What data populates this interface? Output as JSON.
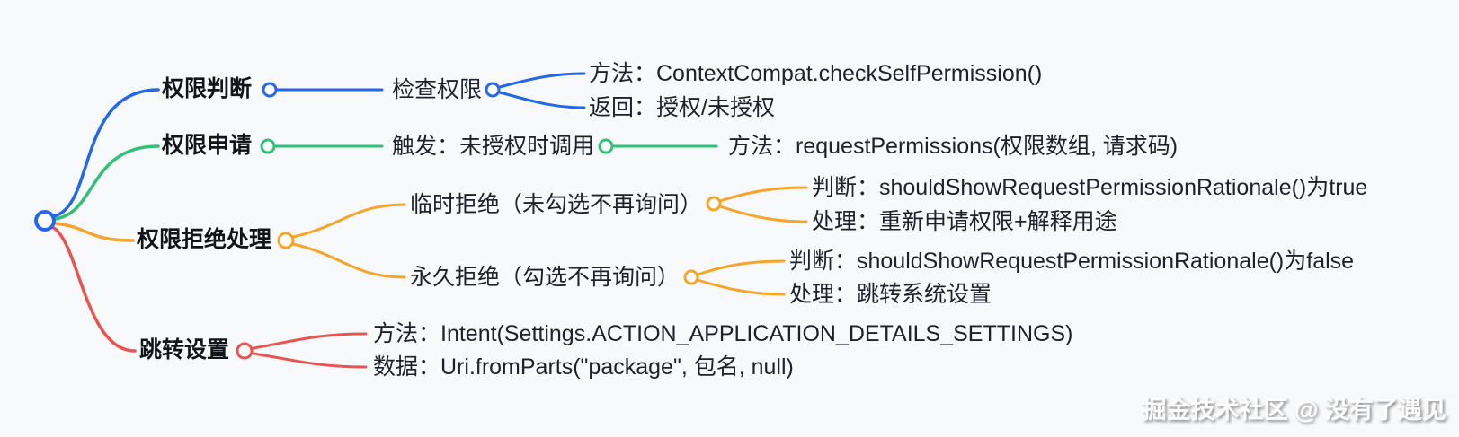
{
  "colors": {
    "blue": "#2368e9",
    "green": "#32c077",
    "orange": "#f7a52a",
    "red": "#e8544f",
    "text": "#1d222a",
    "background": "#f8f9fa"
  },
  "mindmap": {
    "branch1": {
      "title": "权限判断",
      "child": "检查权限",
      "leaf1": "方法：ContextCompat.checkSelfPermission()",
      "leaf2": "返回：授权/未授权"
    },
    "branch2": {
      "title": "权限申请",
      "child": "触发：未授权时调用",
      "leaf1": "方法：requestPermissions(权限数组, 请求码)"
    },
    "branch3": {
      "title": "权限拒绝处理",
      "child1": "临时拒绝（未勾选不再询问）",
      "c1_leaf1": "判断：shouldShowRequestPermissionRationale()为true",
      "c1_leaf2": "处理：重新申请权限+解释用途",
      "child2": "永久拒绝（勾选不再询问）",
      "c2_leaf1": "判断：shouldShowRequestPermissionRationale()为false",
      "c2_leaf2": "处理：跳转系统设置"
    },
    "branch4": {
      "title": "跳转设置",
      "leaf1": "方法：Intent(Settings.ACTION_APPLICATION_DETAILS_SETTINGS)",
      "leaf2": "数据：Uri.fromParts(\"package\", 包名, null)"
    }
  },
  "watermark": {
    "text": "掘金技术社区 @ 没有了遇见"
  }
}
